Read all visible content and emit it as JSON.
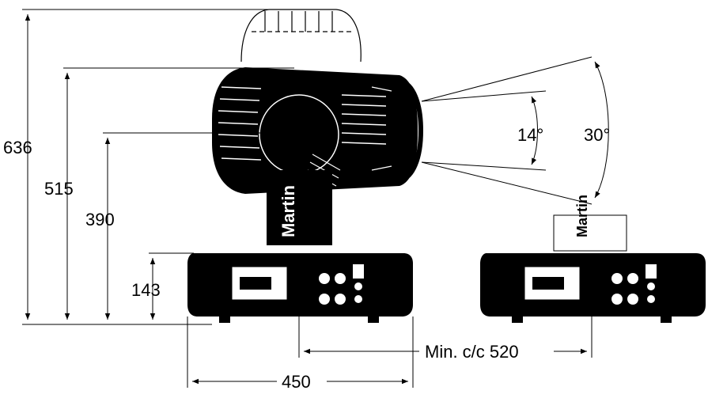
{
  "dimensions": {
    "height_total": "636",
    "height_head_top": "515",
    "height_tilt_axis": "390",
    "height_base": "143",
    "width_base": "450",
    "min_center_distance": "Min. c/c 520"
  },
  "beam_angles": {
    "narrow": "14°",
    "wide": "30°"
  },
  "brand": {
    "logo_text": "Martin"
  },
  "colors": {
    "line": "#000000",
    "fixture_fill": "#000000",
    "background": "#ffffff"
  }
}
